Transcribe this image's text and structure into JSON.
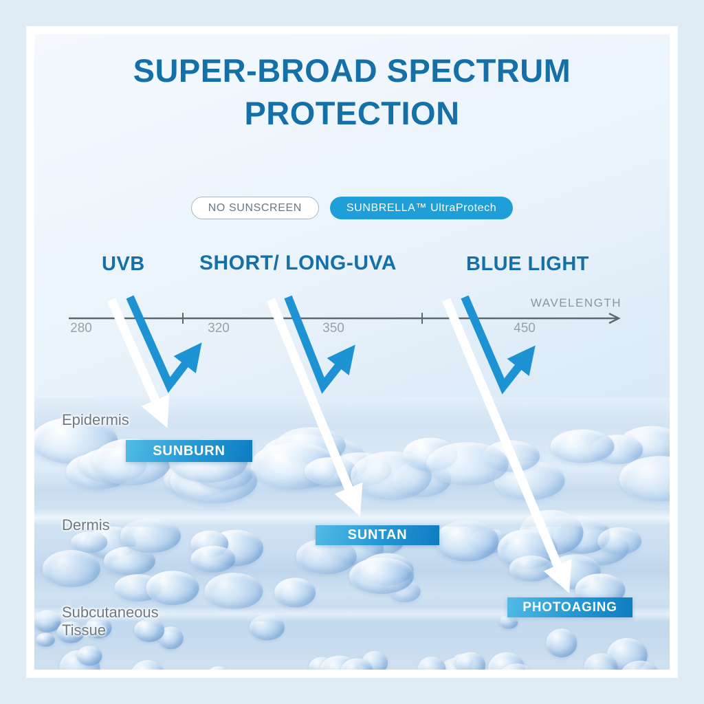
{
  "header": {
    "title_line1": "SUPER-BROAD SPECTRUM",
    "title_line2": "PROTECTION"
  },
  "legend": {
    "no_sunscreen_label": "NO SUNSCREEN",
    "product_label": "SUNBRELLA™ UltraProtech"
  },
  "rays": {
    "uvb": "UVB",
    "short_long_uva": "SHORT/ LONG-UVA",
    "blue_light": "BLUE LIGHT"
  },
  "axis": {
    "label": "WAVELENGTH",
    "ticks": [
      "280",
      "320",
      "350",
      "450"
    ]
  },
  "skin_layers": {
    "epidermis": "Epidermis",
    "dermis": "Dermis",
    "subcutaneous": "Subcutaneous Tissue"
  },
  "effects": {
    "sunburn": "SUNBURN",
    "suntan": "SUNTAN",
    "photoaging": "PHOTOAGING"
  },
  "colors": {
    "title_blue": "#1470a6",
    "product_badge_blue": "#1e9fd9",
    "reflected_arrow_blue": "#1e93d3",
    "incident_arrow_white": "#ffffff",
    "effect_box_gradient_start": "#53bbe6",
    "effect_box_gradient_end": "#0d7cc1",
    "axis_gray": "#5c676f",
    "tick_text_gray": "#97a1a9",
    "outer_background": "#dfecf6"
  }
}
